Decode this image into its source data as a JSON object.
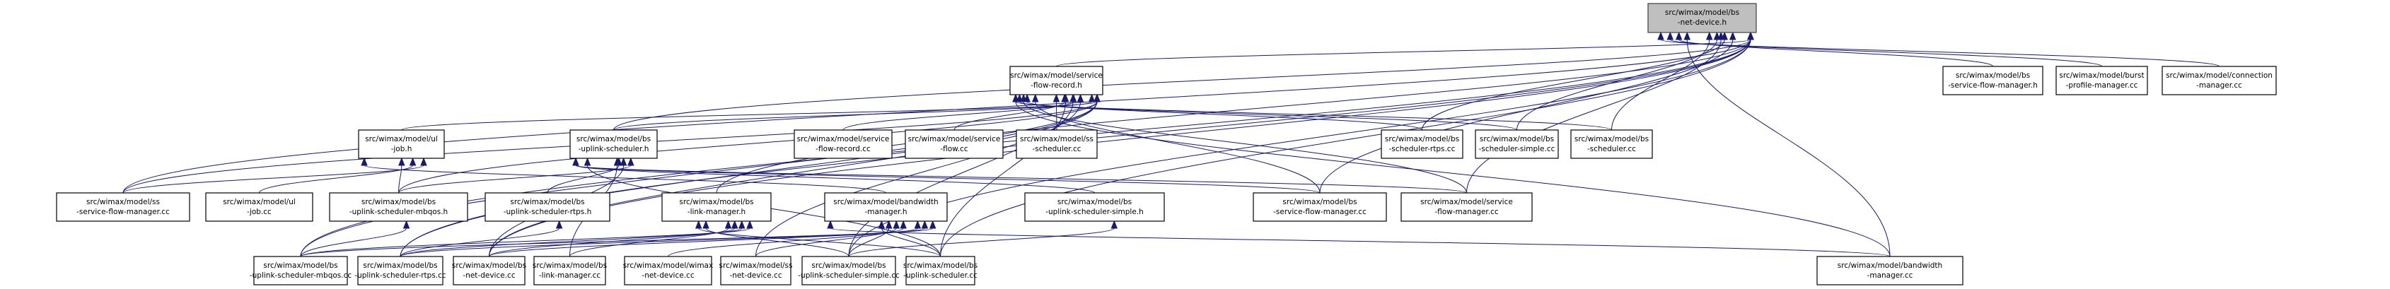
{
  "title": "Include dependency graph for src/wimax/model/bs-net-device.h",
  "colors": {
    "edge": "#191970",
    "root_fill": "#bfbfbf",
    "node_fill": "#ffffff"
  },
  "nodes": [
    {
      "id": "bs_net_device_h",
      "lines": [
        "src/wimax/model/bs",
        "-net-device.h"
      ],
      "root": true
    },
    {
      "id": "service_flow_record_h",
      "lines": [
        "src/wimax/model/service",
        "-flow-record.h"
      ]
    },
    {
      "id": "bs_service_flow_manager_h",
      "lines": [
        "src/wimax/model/bs",
        "-service-flow-manager.h"
      ]
    },
    {
      "id": "burst_profile_manager_cc",
      "lines": [
        "src/wimax/model/burst",
        "-profile-manager.cc"
      ]
    },
    {
      "id": "connection_manager_cc",
      "lines": [
        "src/wimax/model/connection",
        "-manager.cc"
      ]
    },
    {
      "id": "ul_job_h",
      "lines": [
        "src/wimax/model/ul",
        "-job.h"
      ]
    },
    {
      "id": "bs_uplink_scheduler_h",
      "lines": [
        "src/wimax/model/bs",
        "-uplink-scheduler.h"
      ]
    },
    {
      "id": "service_flow_record_cc",
      "lines": [
        "src/wimax/model/service",
        "-flow-record.cc"
      ]
    },
    {
      "id": "service_flow_cc",
      "lines": [
        "src/wimax/model/service",
        "-flow.cc"
      ]
    },
    {
      "id": "ss_scheduler_cc",
      "lines": [
        "src/wimax/model/ss",
        "-scheduler.cc"
      ]
    },
    {
      "id": "bs_scheduler_rtps_cc",
      "lines": [
        "src/wimax/model/bs",
        "-scheduler-rtps.cc"
      ]
    },
    {
      "id": "bs_scheduler_simple_cc",
      "lines": [
        "src/wimax/model/bs",
        "-scheduler-simple.cc"
      ]
    },
    {
      "id": "bs_scheduler_cc",
      "lines": [
        "src/wimax/model/bs",
        "-scheduler.cc"
      ]
    },
    {
      "id": "ss_service_flow_manager_cc",
      "lines": [
        "src/wimax/model/ss",
        "-service-flow-manager.cc"
      ]
    },
    {
      "id": "ul_job_cc",
      "lines": [
        "src/wimax/model/ul",
        "-job.cc"
      ]
    },
    {
      "id": "bs_uplink_scheduler_mbqos_h",
      "lines": [
        "src/wimax/model/bs",
        "-uplink-scheduler-mbqos.h"
      ]
    },
    {
      "id": "bs_uplink_scheduler_rtps_h",
      "lines": [
        "src/wimax/model/bs",
        "-uplink-scheduler-rtps.h"
      ]
    },
    {
      "id": "bs_link_manager_h",
      "lines": [
        "src/wimax/model/bs",
        "-link-manager.h"
      ]
    },
    {
      "id": "bandwidth_manager_h",
      "lines": [
        "src/wimax/model/bandwidth",
        "-manager.h"
      ]
    },
    {
      "id": "bs_uplink_scheduler_simple_h",
      "lines": [
        "src/wimax/model/bs",
        "-uplink-scheduler-simple.h"
      ]
    },
    {
      "id": "bs_service_flow_manager_cc",
      "lines": [
        "src/wimax/model/bs",
        "-service-flow-manager.cc"
      ]
    },
    {
      "id": "service_flow_manager_cc",
      "lines": [
        "src/wimax/model/service",
        "-flow-manager.cc"
      ]
    },
    {
      "id": "bs_uplink_scheduler_mbqos_cc",
      "lines": [
        "src/wimax/model/bs",
        "-uplink-scheduler-mbqos.cc"
      ]
    },
    {
      "id": "bs_uplink_scheduler_rtps_cc",
      "lines": [
        "src/wimax/model/bs",
        "-uplink-scheduler-rtps.cc"
      ]
    },
    {
      "id": "bs_net_device_cc",
      "lines": [
        "src/wimax/model/bs",
        "-net-device.cc"
      ]
    },
    {
      "id": "bs_link_manager_cc",
      "lines": [
        "src/wimax/model/bs",
        "-link-manager.cc"
      ]
    },
    {
      "id": "wimax_net_device_cc",
      "lines": [
        "src/wimax/model/wimax",
        "-net-device.cc"
      ]
    },
    {
      "id": "ss_net_device_cc",
      "lines": [
        "src/wimax/model/ss",
        "-net-device.cc"
      ]
    },
    {
      "id": "bs_uplink_scheduler_simple_cc",
      "lines": [
        "src/wimax/model/bs",
        "-uplink-scheduler-simple.cc"
      ]
    },
    {
      "id": "bs_uplink_scheduler_cc",
      "lines": [
        "src/wimax/model/bs",
        "-uplink-scheduler.cc"
      ]
    },
    {
      "id": "bandwidth_manager_cc",
      "lines": [
        "src/wimax/model/bandwidth",
        "-manager.cc"
      ]
    }
  ],
  "edges": [
    [
      "service_flow_record_h",
      "bs_net_device_h"
    ],
    [
      "bs_service_flow_manager_h",
      "bs_net_device_h"
    ],
    [
      "burst_profile_manager_cc",
      "bs_net_device_h"
    ],
    [
      "connection_manager_cc",
      "bs_net_device_h"
    ],
    [
      "bs_uplink_scheduler_h",
      "bs_net_device_h"
    ],
    [
      "bs_scheduler_rtps_cc",
      "bs_net_device_h"
    ],
    [
      "bs_scheduler_simple_cc",
      "bs_net_device_h"
    ],
    [
      "bs_scheduler_cc",
      "bs_net_device_h"
    ],
    [
      "ss_service_flow_manager_cc",
      "bs_net_device_h"
    ],
    [
      "bs_link_manager_h",
      "bs_net_device_h"
    ],
    [
      "bs_service_flow_manager_cc",
      "bs_net_device_h"
    ],
    [
      "service_flow_manager_cc",
      "bs_net_device_h"
    ],
    [
      "bs_uplink_scheduler_mbqos_cc",
      "bs_net_device_h"
    ],
    [
      "bs_uplink_scheduler_rtps_cc",
      "bs_net_device_h"
    ],
    [
      "bs_net_device_cc",
      "bs_net_device_h"
    ],
    [
      "bs_uplink_scheduler_simple_cc",
      "bs_net_device_h"
    ],
    [
      "bs_uplink_scheduler_cc",
      "bs_net_device_h"
    ],
    [
      "bandwidth_manager_cc",
      "bs_net_device_h"
    ],
    [
      "ul_job_h",
      "service_flow_record_h"
    ],
    [
      "bs_uplink_scheduler_h",
      "service_flow_record_h"
    ],
    [
      "service_flow_record_cc",
      "service_flow_record_h"
    ],
    [
      "service_flow_cc",
      "service_flow_record_h"
    ],
    [
      "ss_scheduler_cc",
      "service_flow_record_h"
    ],
    [
      "bs_scheduler_rtps_cc",
      "service_flow_record_h"
    ],
    [
      "bs_scheduler_simple_cc",
      "service_flow_record_h"
    ],
    [
      "bs_scheduler_cc",
      "service_flow_record_h"
    ],
    [
      "ss_service_flow_manager_cc",
      "service_flow_record_h"
    ],
    [
      "bs_uplink_scheduler_mbqos_h",
      "service_flow_record_h"
    ],
    [
      "bs_service_flow_manager_cc",
      "service_flow_record_h"
    ],
    [
      "service_flow_manager_cc",
      "service_flow_record_h"
    ],
    [
      "bs_uplink_scheduler_mbqos_cc",
      "service_flow_record_h"
    ],
    [
      "bs_uplink_scheduler_rtps_cc",
      "service_flow_record_h"
    ],
    [
      "bs_net_device_cc",
      "service_flow_record_h"
    ],
    [
      "ss_net_device_cc",
      "service_flow_record_h"
    ],
    [
      "bs_uplink_scheduler_simple_cc",
      "service_flow_record_h"
    ],
    [
      "bs_uplink_scheduler_cc",
      "service_flow_record_h"
    ],
    [
      "bandwidth_manager_cc",
      "service_flow_record_h"
    ],
    [
      "ul_job_cc",
      "ul_job_h"
    ],
    [
      "bs_uplink_scheduler_mbqos_h",
      "ul_job_h"
    ],
    [
      "ss_service_flow_manager_cc",
      "ul_job_h"
    ],
    [
      "bandwidth_manager_h",
      "ul_job_h"
    ],
    [
      "bs_uplink_scheduler_mbqos_h",
      "bs_uplink_scheduler_h"
    ],
    [
      "bs_uplink_scheduler_rtps_h",
      "bs_uplink_scheduler_h"
    ],
    [
      "bs_uplink_scheduler_simple_h",
      "bs_uplink_scheduler_h"
    ],
    [
      "bs_link_manager_cc",
      "bs_uplink_scheduler_h"
    ],
    [
      "bs_net_device_cc",
      "bs_uplink_scheduler_h"
    ],
    [
      "bs_uplink_scheduler_cc",
      "bs_uplink_scheduler_h"
    ],
    [
      "bs_service_flow_manager_cc",
      "bs_uplink_scheduler_h"
    ],
    [
      "service_flow_manager_cc",
      "bs_uplink_scheduler_h"
    ],
    [
      "bs_uplink_scheduler_mbqos_cc",
      "bs_uplink_scheduler_mbqos_h"
    ],
    [
      "bs_uplink_scheduler_rtps_cc",
      "bs_uplink_scheduler_rtps_h"
    ],
    [
      "bs_uplink_scheduler_simple_cc",
      "bs_uplink_scheduler_simple_h"
    ],
    [
      "bs_uplink_scheduler_mbqos_cc",
      "bs_link_manager_h"
    ],
    [
      "bs_uplink_scheduler_rtps_cc",
      "bs_link_manager_h"
    ],
    [
      "bs_net_device_cc",
      "bs_link_manager_h"
    ],
    [
      "bs_link_manager_cc",
      "bs_link_manager_h"
    ],
    [
      "bs_uplink_scheduler_simple_cc",
      "bs_link_manager_h"
    ],
    [
      "bs_uplink_scheduler_cc",
      "bs_link_manager_h"
    ],
    [
      "bs_uplink_scheduler_mbqos_cc",
      "bandwidth_manager_h"
    ],
    [
      "bs_uplink_scheduler_rtps_cc",
      "bandwidth_manager_h"
    ],
    [
      "bs_net_device_cc",
      "bandwidth_manager_h"
    ],
    [
      "wimax_net_device_cc",
      "bandwidth_manager_h"
    ],
    [
      "ss_net_device_cc",
      "bandwidth_manager_h"
    ],
    [
      "bs_uplink_scheduler_simple_cc",
      "bandwidth_manager_h"
    ],
    [
      "bs_uplink_scheduler_cc",
      "bandwidth_manager_h"
    ],
    [
      "bandwidth_manager_cc",
      "bandwidth_manager_h"
    ]
  ]
}
